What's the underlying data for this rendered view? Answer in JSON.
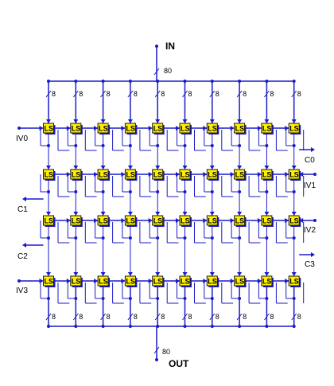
{
  "diagram": {
    "input_label": "IN",
    "output_label": "OUT",
    "main_bus_width": "80",
    "branch_width": "8",
    "block_label": "LS",
    "rows": 4,
    "columns": 10,
    "left_ports": [
      {
        "label": "IV0",
        "row": 0,
        "direction": "in"
      },
      {
        "label": "C1",
        "row": 1,
        "direction": "out"
      },
      {
        "label": "C2",
        "row": 2,
        "direction": "out"
      },
      {
        "label": "IV3",
        "row": 3,
        "direction": "in"
      }
    ],
    "right_ports": [
      {
        "label": "C0",
        "row": 0,
        "direction": "out"
      },
      {
        "label": "IV1",
        "row": 1,
        "direction": "in"
      },
      {
        "label": "IV2",
        "row": 2,
        "direction": "in"
      },
      {
        "label": "C3",
        "row": 3,
        "direction": "out"
      }
    ]
  }
}
